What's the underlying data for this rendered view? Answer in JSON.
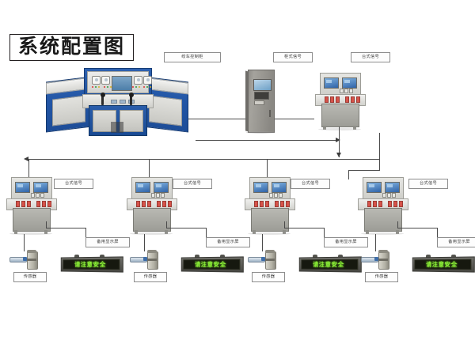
{
  "diagram": {
    "title": "系统配置图",
    "title_en_hint": "System Configuration Diagram"
  },
  "top_row": {
    "winch_control_cabinet": {
      "label": "绞车控制柜",
      "device": "main-operator-console"
    },
    "cabinet_signal": {
      "label": "柜式信号",
      "device": "upright-signal-cabinet"
    },
    "desk_signal": {
      "label": "台式信号",
      "device": "desktop-signal-console"
    }
  },
  "stations": [
    {
      "console_label": "台式信号",
      "display_label": "备用显示屏",
      "sensor_label": "传感器",
      "led_text": "请注意安全"
    },
    {
      "console_label": "台式信号",
      "display_label": "备用显示屏",
      "sensor_label": "传感器",
      "led_text": "请注意安全"
    },
    {
      "console_label": "台式信号",
      "display_label": "备用显示屏",
      "sensor_label": "传感器",
      "led_text": "请注意安全"
    },
    {
      "console_label": "台式信号",
      "display_label": "备用显示屏",
      "sensor_label": "传感器",
      "led_text": "请注意安全"
    }
  ],
  "colors": {
    "console_blue": "#2256a6",
    "cabinet_gray": "#8f8d88",
    "led_green": "#8ff23a",
    "led_background": "#16180f",
    "screen_blue": "#2f63a8",
    "line": "#4a4a4a",
    "background": "#ffffff"
  }
}
